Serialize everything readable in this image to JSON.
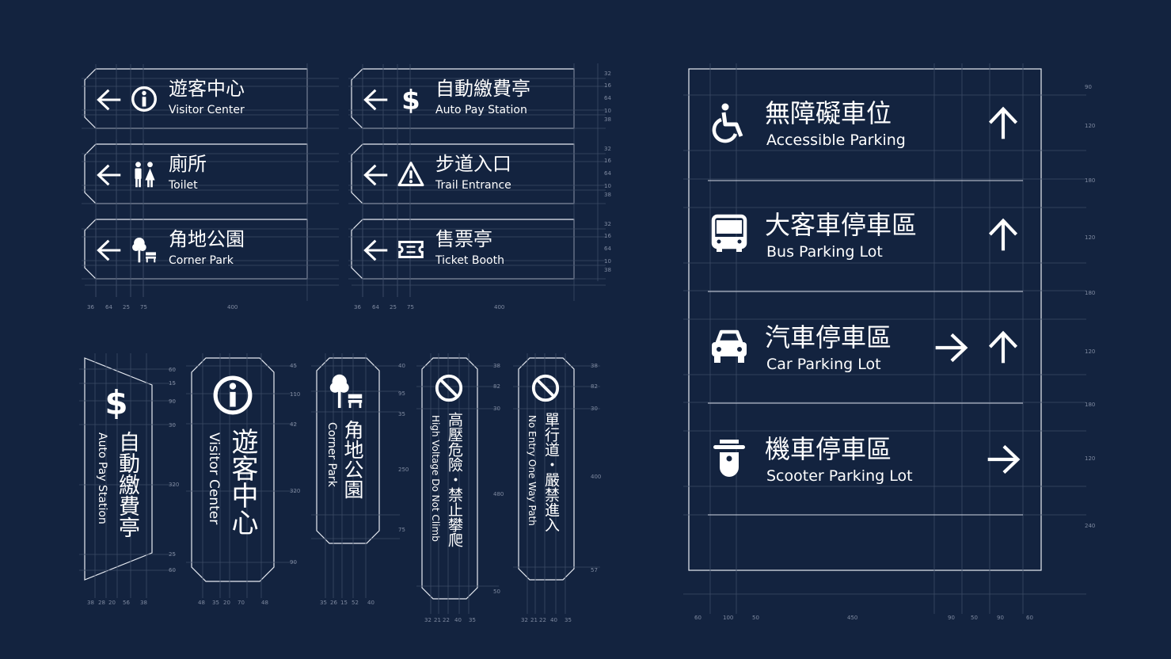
{
  "colors": {
    "background": "#13233f",
    "foreground": "#ffffff",
    "guide": "#3c4b66",
    "dim_text": "#7f8aa0"
  },
  "directional_signs": [
    {
      "zh": "遊客中心",
      "en": "Visitor Center",
      "icon": "info-icon",
      "arrow": "left"
    },
    {
      "zh": "廁所",
      "en": "Toilet",
      "icon": "toilet-icon",
      "arrow": "left"
    },
    {
      "zh": "角地公園",
      "en": "Corner Park",
      "icon": "park-icon",
      "arrow": "left"
    },
    {
      "zh": "自動繳費亭",
      "en": "Auto Pay Station",
      "icon": "dollar-icon",
      "arrow": "left"
    },
    {
      "zh": "步道入口",
      "en": "Trail Entrance",
      "icon": "warning-icon",
      "arrow": "left"
    },
    {
      "zh": "售票亭",
      "en": "Ticket Booth",
      "icon": "ticket-icon",
      "arrow": "left"
    }
  ],
  "sign_dims": {
    "right_col": [
      "32",
      "16",
      "64",
      "10",
      "38"
    ],
    "bottom": [
      "36",
      "64",
      "25",
      "75",
      "400"
    ]
  },
  "vertical_signs": [
    {
      "zh": "自動繳費亭",
      "en": "Auto Pay Station",
      "icon": "dollar-icon",
      "dims_right": [
        "60",
        "15",
        "90",
        "30",
        "320",
        "25",
        "60"
      ],
      "dims_bottom": [
        "38",
        "28",
        "20",
        "56",
        "38"
      ]
    },
    {
      "zh": "遊客中心",
      "en": "Visitor Center",
      "icon": "info-icon",
      "dims_right": [
        "45",
        "110",
        "42",
        "320",
        "90"
      ],
      "dims_bottom": [
        "48",
        "35",
        "20",
        "70",
        "48"
      ]
    },
    {
      "zh": "角地公園",
      "en": "Corner Park",
      "icon": "park-icon",
      "dims_right": [
        "40",
        "95",
        "35",
        "250",
        "75"
      ],
      "dims_bottom": [
        "35",
        "26",
        "15",
        "52",
        "40"
      ]
    },
    {
      "zh": "高壓危險・禁止攀爬",
      "en": "High Voltage Do Not Climb",
      "icon": "no-entry-icon",
      "dims_right": [
        "38",
        "82",
        "30",
        "480",
        "50"
      ],
      "dims_bottom": [
        "32",
        "21",
        "22",
        "40",
        "35"
      ]
    },
    {
      "zh": "單行道・嚴禁進入",
      "en": "No Entry One Way Path",
      "icon": "no-entry-icon",
      "dims_right": [
        "38",
        "82",
        "30",
        "400",
        "57"
      ],
      "dims_bottom": [
        "32",
        "21",
        "22",
        "40",
        "35"
      ]
    }
  ],
  "parking_sign": {
    "rows": [
      {
        "zh": "無障礙車位",
        "en": "Accessible Parking",
        "icon": "wheelchair-icon",
        "arrows": [
          "up"
        ]
      },
      {
        "zh": "大客車停車區",
        "en": "Bus Parking Lot",
        "icon": "bus-icon",
        "arrows": [
          "up"
        ]
      },
      {
        "zh": "汽車停車區",
        "en": "Car Parking Lot",
        "icon": "car-icon",
        "arrows": [
          "right",
          "up"
        ]
      },
      {
        "zh": "機車停車區",
        "en": "Scooter Parking Lot",
        "icon": "scooter-icon",
        "arrows": [
          "right"
        ]
      }
    ],
    "dims_right": [
      "90",
      "120",
      "180",
      "120",
      "180",
      "120",
      "180",
      "120",
      "240"
    ],
    "dims_bottom": [
      "60",
      "100",
      "50",
      "450",
      "90",
      "50",
      "90",
      "60"
    ]
  }
}
